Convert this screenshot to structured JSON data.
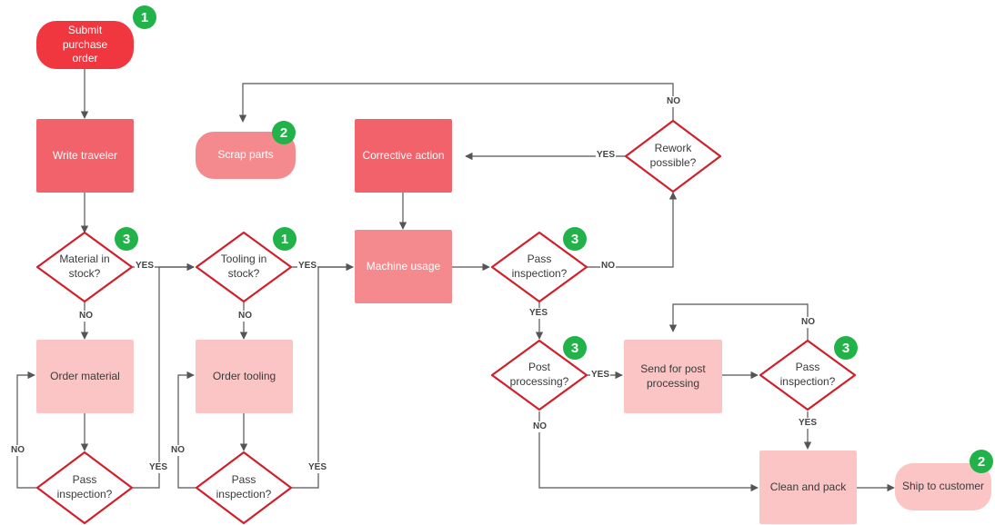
{
  "nodes": {
    "submit_order": "Submit purchase order",
    "write_traveler": "Write traveler",
    "scrap_parts": "Scrap parts",
    "corrective_action": "Corrective action",
    "rework_possible": "Rework possible?",
    "material_in_stock": "Material in stock?",
    "tooling_in_stock": "Tooling in stock?",
    "machine_usage": "Machine usage",
    "pass_inspection_main": "Pass inspection?",
    "order_material": "Order material",
    "order_tooling": "Order tooling",
    "post_processing": "Post processing?",
    "send_post_processing": "Send for post processing",
    "pass_inspection_post": "Pass inspection?",
    "pass_inspection_material": "Pass inspection?",
    "pass_inspection_tooling": "Pass inspection?",
    "clean_and_pack": "Clean and pack",
    "ship_to_customer": "Ship to customer"
  },
  "edge_labels": {
    "yes": "YES",
    "no": "NO"
  },
  "badges": {
    "submit_order": "1",
    "scrap_parts": "2",
    "material_in_stock": "3",
    "tooling_in_stock": "1",
    "pass_inspection_main": "3",
    "post_processing": "3",
    "pass_inspection_post": "3",
    "ship_to_customer": "2"
  },
  "colors": {
    "start": "#f0363f",
    "dark": "#f2626a",
    "medium": "#f58a8e",
    "light": "#fbc5c5",
    "decision_border": "#d0202b",
    "badge": "#21b24a",
    "connector": "#555555"
  }
}
